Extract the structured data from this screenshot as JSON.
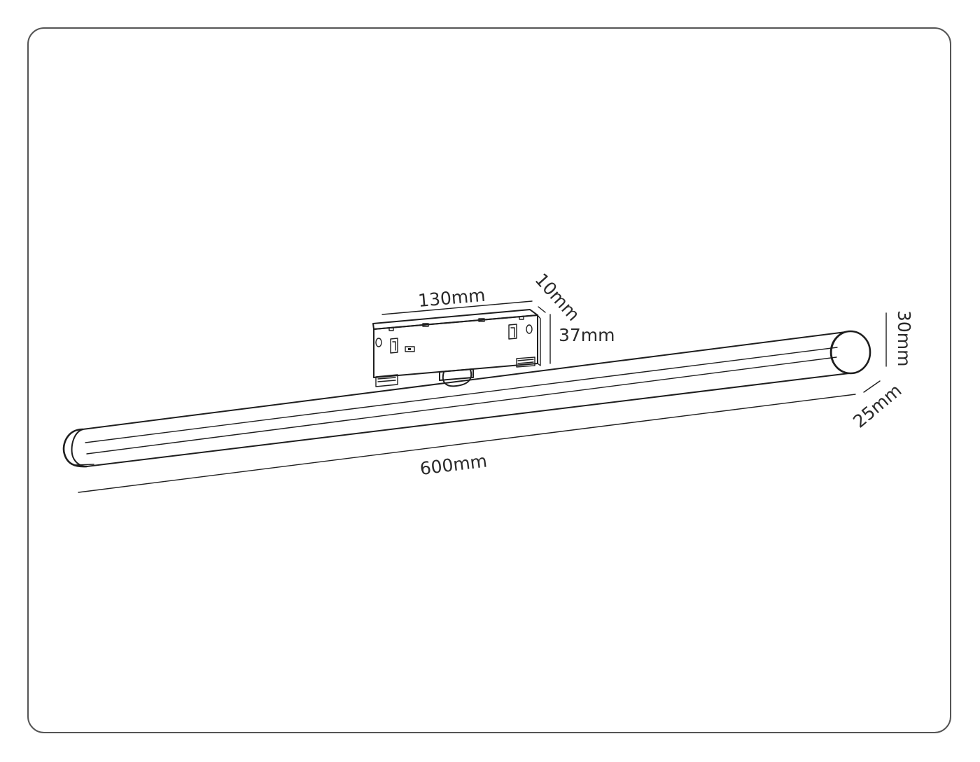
{
  "dimensions": {
    "length": "600mm",
    "diameter": "30mm",
    "depth": "25mm",
    "adapter_length": "130mm",
    "adapter_width": "10mm",
    "adapter_height": "37mm"
  },
  "colors": {
    "line": "#1e1e1e",
    "frame": "#555555",
    "background": "#ffffff"
  }
}
